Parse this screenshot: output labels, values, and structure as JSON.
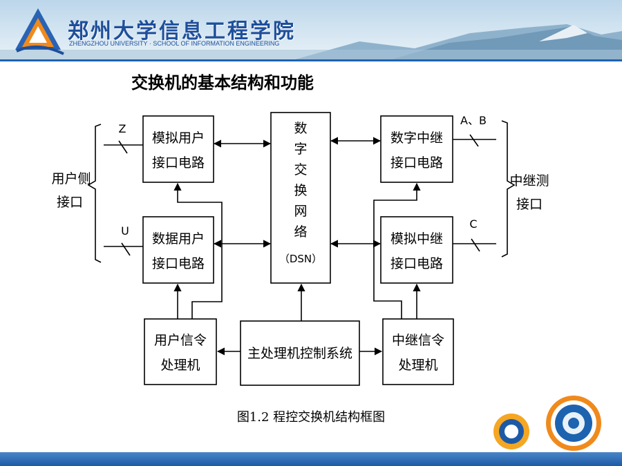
{
  "header": {
    "school_name_cn": "郑州大学信息工程学院",
    "school_name_en": "ZHENGZHOU UNIVERSITY · SCHOOL OF INFORMATION ENGINEERING"
  },
  "slide_title": "交换机的基本结构和功能",
  "diagram": {
    "blocks": {
      "analog_user": [
        "模拟用户",
        "接口电路"
      ],
      "data_user": [
        "数据用户",
        "接口电路"
      ],
      "dsn": [
        "数",
        "字",
        "交",
        "换",
        "网",
        "络",
        "（DSN）"
      ],
      "digital_trunk": [
        "数字中继",
        "接口电路"
      ],
      "analog_trunk": [
        "模拟中继",
        "接口电路"
      ],
      "user_signaling": [
        "用户信令",
        "处理机"
      ],
      "main_processor": "主处理机控制系统",
      "trunk_signaling": [
        "中继信令",
        "处理机"
      ]
    },
    "labels": {
      "user_side": [
        "用户侧",
        "接口"
      ],
      "trunk_side": [
        "中继测",
        "接口"
      ],
      "z": "Z",
      "u": "U",
      "ab": "A、B",
      "c": "C"
    },
    "caption": "图1.2  程控交换机结构框图"
  }
}
